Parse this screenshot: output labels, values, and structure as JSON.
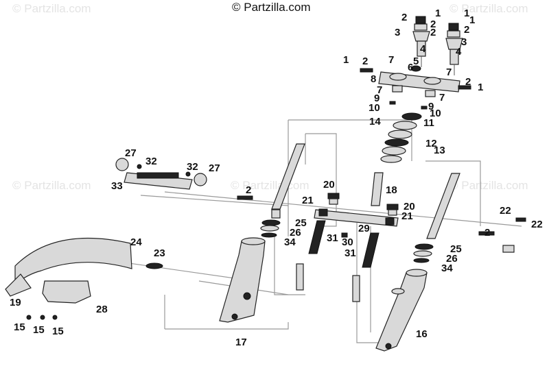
{
  "copyright": "© Partzilla.com",
  "watermark": "© Partzilla.com",
  "callouts": [
    {
      "id": "c1a",
      "text": "1"
    },
    {
      "id": "c1b",
      "text": "1"
    },
    {
      "id": "c1c",
      "text": "1"
    },
    {
      "id": "c1d",
      "text": "1"
    },
    {
      "id": "c1e",
      "text": "1"
    },
    {
      "id": "c2a",
      "text": "2"
    },
    {
      "id": "c2b",
      "text": "2"
    },
    {
      "id": "c2c",
      "text": "2"
    },
    {
      "id": "c2d",
      "text": "2"
    },
    {
      "id": "c2e",
      "text": "2"
    },
    {
      "id": "c2f",
      "text": "2"
    },
    {
      "id": "c2g",
      "text": "2"
    },
    {
      "id": "c2h",
      "text": "2"
    },
    {
      "id": "c3a",
      "text": "3"
    },
    {
      "id": "c3b",
      "text": "3"
    },
    {
      "id": "c4a",
      "text": "4"
    },
    {
      "id": "c4b",
      "text": "4"
    },
    {
      "id": "c5",
      "text": "5"
    },
    {
      "id": "c6",
      "text": "6"
    },
    {
      "id": "c7a",
      "text": "7"
    },
    {
      "id": "c7b",
      "text": "7"
    },
    {
      "id": "c7c",
      "text": "7"
    },
    {
      "id": "c7d",
      "text": "7"
    },
    {
      "id": "c8",
      "text": "8"
    },
    {
      "id": "c9a",
      "text": "9"
    },
    {
      "id": "c9b",
      "text": "9"
    },
    {
      "id": "c10a",
      "text": "10"
    },
    {
      "id": "c10b",
      "text": "10"
    },
    {
      "id": "c11",
      "text": "11"
    },
    {
      "id": "c12",
      "text": "12"
    },
    {
      "id": "c13",
      "text": "13"
    },
    {
      "id": "c14",
      "text": "14"
    },
    {
      "id": "c15a",
      "text": "15"
    },
    {
      "id": "c15b",
      "text": "15"
    },
    {
      "id": "c15c",
      "text": "15"
    },
    {
      "id": "c16",
      "text": "16"
    },
    {
      "id": "c17",
      "text": "17"
    },
    {
      "id": "c18",
      "text": "18"
    },
    {
      "id": "c19",
      "text": "19"
    },
    {
      "id": "c20a",
      "text": "20"
    },
    {
      "id": "c20b",
      "text": "20"
    },
    {
      "id": "c21a",
      "text": "21"
    },
    {
      "id": "c21b",
      "text": "21"
    },
    {
      "id": "c22a",
      "text": "22"
    },
    {
      "id": "c22b",
      "text": "22"
    },
    {
      "id": "c23",
      "text": "23"
    },
    {
      "id": "c24",
      "text": "24"
    },
    {
      "id": "c25a",
      "text": "25"
    },
    {
      "id": "c25b",
      "text": "25"
    },
    {
      "id": "c26a",
      "text": "26"
    },
    {
      "id": "c26b",
      "text": "26"
    },
    {
      "id": "c27a",
      "text": "27"
    },
    {
      "id": "c27b",
      "text": "27"
    },
    {
      "id": "c28",
      "text": "28"
    },
    {
      "id": "c29",
      "text": "29"
    },
    {
      "id": "c30",
      "text": "30"
    },
    {
      "id": "c31a",
      "text": "31"
    },
    {
      "id": "c31b",
      "text": "31"
    },
    {
      "id": "c32a",
      "text": "32"
    },
    {
      "id": "c32b",
      "text": "32"
    },
    {
      "id": "c33",
      "text": "33"
    },
    {
      "id": "c34a",
      "text": "34"
    },
    {
      "id": "c34b",
      "text": "34"
    }
  ]
}
